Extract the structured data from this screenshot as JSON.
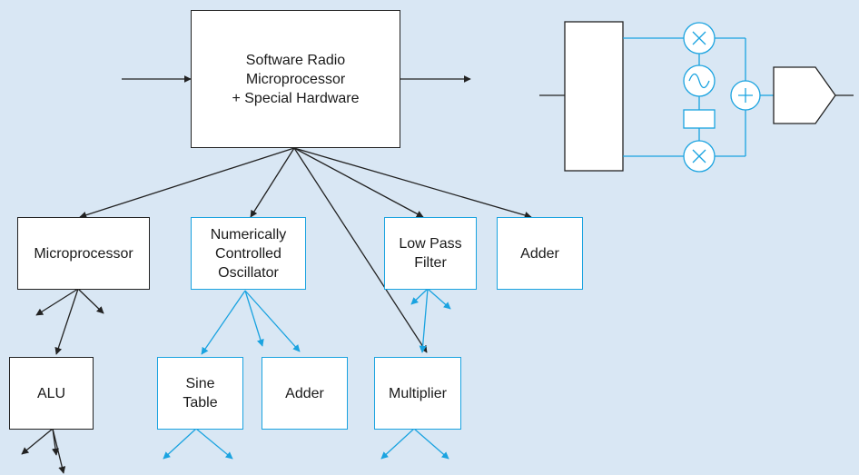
{
  "diagram": {
    "colors": {
      "background": "#d9e7f4",
      "box_fill": "#ffffff",
      "dark_line": "#222222",
      "blue_line": "#1aa3e0"
    },
    "top_block": {
      "label": "Software Radio\n  Microprocessor\n+ Special Hardware"
    },
    "modules": {
      "microprocessor": {
        "label": "Microprocessor"
      },
      "nco": {
        "label": "Numerically\nControlled\nOscillator"
      },
      "lowpass": {
        "label": "Low Pass\nFilter"
      },
      "adder_top": {
        "label": "Adder"
      },
      "alu": {
        "label": "ALU"
      },
      "sine_table": {
        "label": "Sine\nTable"
      },
      "adder_sub": {
        "label": "Adder"
      },
      "multiplier": {
        "label": "Multiplier"
      }
    },
    "schematic": {
      "components": [
        "input-block",
        "mixer-top",
        "oscillator",
        "phase-shift-block",
        "mixer-bottom",
        "summer",
        "comparator"
      ],
      "symbols": {
        "mixer": "×",
        "summer": "+"
      }
    }
  }
}
